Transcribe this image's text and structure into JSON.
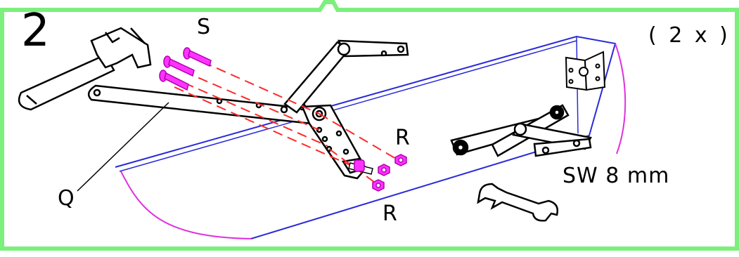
{
  "step": {
    "number": "2"
  },
  "quantity": "( 2 x )",
  "parts": {
    "screws": "S",
    "nuts_upper": "R",
    "nuts_lower": "R",
    "arm": "Q"
  },
  "tools": {
    "hammer": "hammer-icon",
    "wrench": "wrench-icon",
    "wrench_size": "SW 8 mm"
  },
  "colors": {
    "frame": "#7cf07c",
    "screws": "#ff33ff",
    "guide_lines": "#ff2a2a",
    "panel_edge": "#2a2ad8",
    "panel_curve": "#dd33dd",
    "line_art": "#000000"
  }
}
